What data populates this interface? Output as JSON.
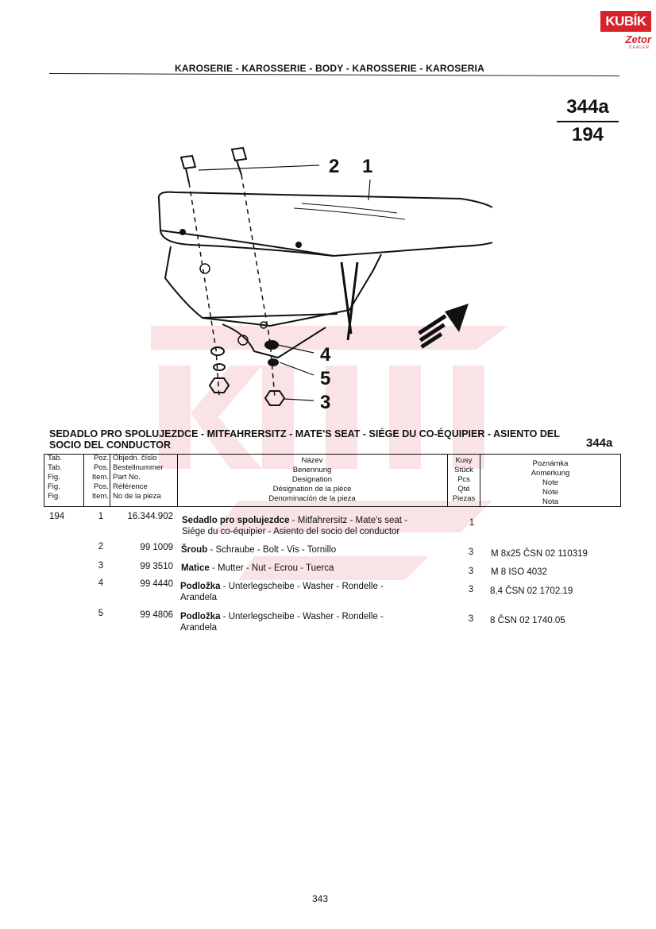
{
  "logo": {
    "name": "KUBÍK",
    "brand": "Zetor",
    "tagline": "DEALER"
  },
  "header": {
    "title": "KAROSERIE - KAROSSERIE - BODY - KAROSSERIE - KAROSERIA"
  },
  "page_ref": {
    "top": "344a",
    "bottom": "194"
  },
  "callouts": [
    "2",
    "1",
    "4",
    "5",
    "3"
  ],
  "section": {
    "title": "SEDADLO PRO SPOLUJEZDCE - MITFAHRERSITZ - MATE'S SEAT - SIÉGE DU CO-ÉQUIPIER - ASIENTO DEL SOCIO DEL CONDUCTOR",
    "code": "344a"
  },
  "table_header": {
    "tab": [
      "Tab.",
      "Tab.",
      "Fig.",
      "Fig.",
      "Fig."
    ],
    "poz": [
      "Poz.",
      "Pos.",
      "Item.",
      "Pos.",
      "Item."
    ],
    "objedn": [
      "Objedn. číslo",
      "Bestellnummer",
      "Part No.",
      "Référence",
      "No de la pieza"
    ],
    "nazev": [
      "Název",
      "Benennung",
      "Designation",
      "Désignation de la pléce",
      "Denominación de la pieza"
    ],
    "kusy": [
      "Kusy",
      "Stück",
      "Pcs",
      "Qté",
      "Piezas"
    ],
    "poznamka": [
      "Poznámka",
      "Anmerkung",
      "Note",
      "Note",
      "Nota"
    ]
  },
  "rows": [
    {
      "tab": "194",
      "poz": "1",
      "part": "16.344.902",
      "name_bold": "Sedadlo pro spolujezdce",
      "name_rest": " - Mitfahrersitz - Mate's seat -",
      "name_line2": "Siége du co-équipier - Asiento del socio del conductor",
      "qty": "1",
      "note": ""
    },
    {
      "tab": "",
      "poz": "2",
      "part": "99 1009",
      "name_bold": "Šroub",
      "name_rest": " - Schraube - Bolt - Vis - Tornillo",
      "name_line2": "",
      "qty": "3",
      "note": "M 8x25 ČSN 02 110319"
    },
    {
      "tab": "",
      "poz": "3",
      "part": "99 3510",
      "name_bold": "Matice",
      "name_rest": " - Mutter - Nut - Ecrou - Tuerca",
      "name_line2": "",
      "qty": "3",
      "note": "M 8 ISO 4032"
    },
    {
      "tab": "",
      "poz": "4",
      "part": "99 4440",
      "name_bold": "Podložka",
      "name_rest": " - Unterlegscheibe - Washer - Rondelle -",
      "name_line2": "Arandela",
      "qty": "3",
      "note": "8,4 ČSN 02 1702.19"
    },
    {
      "tab": "",
      "poz": "5",
      "part": "99 4806",
      "name_bold": "Podložka",
      "name_rest": " - Unterlegscheibe - Washer - Rondelle -",
      "name_line2": "Arandela",
      "qty": "3",
      "note": "8 ČSN 02 1740.05"
    }
  ],
  "page_number": "343"
}
